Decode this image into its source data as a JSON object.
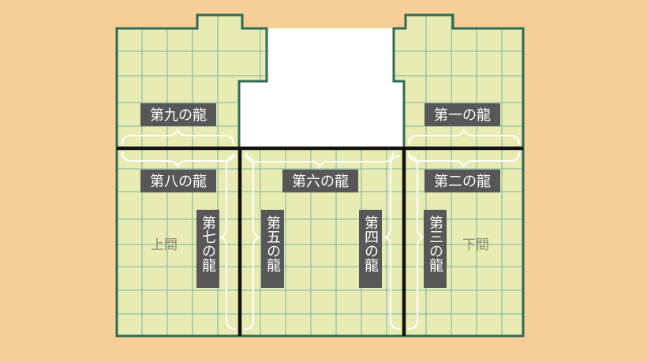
{
  "colors": {
    "background": "#f5cf96",
    "tatami": "#e8ebb2",
    "grid": "#74b6a2",
    "outline": "#2e6a55",
    "divider": "#111111",
    "label_bg": "#575757",
    "label_text": "#ffffff",
    "room_text": "#8a8a78",
    "void": "#ffffff"
  },
  "rooms": {
    "left_room": "上間",
    "right_room": "下間"
  },
  "dragons": {
    "d1": "第一の龍",
    "d2": "第二の龍",
    "d3": "第三の龍",
    "d4": "第四の龍",
    "d5": "第五の龍",
    "d6": "第六の龍",
    "d7": "第七の龍",
    "d8": "第八の龍",
    "d9": "第九の龍"
  }
}
